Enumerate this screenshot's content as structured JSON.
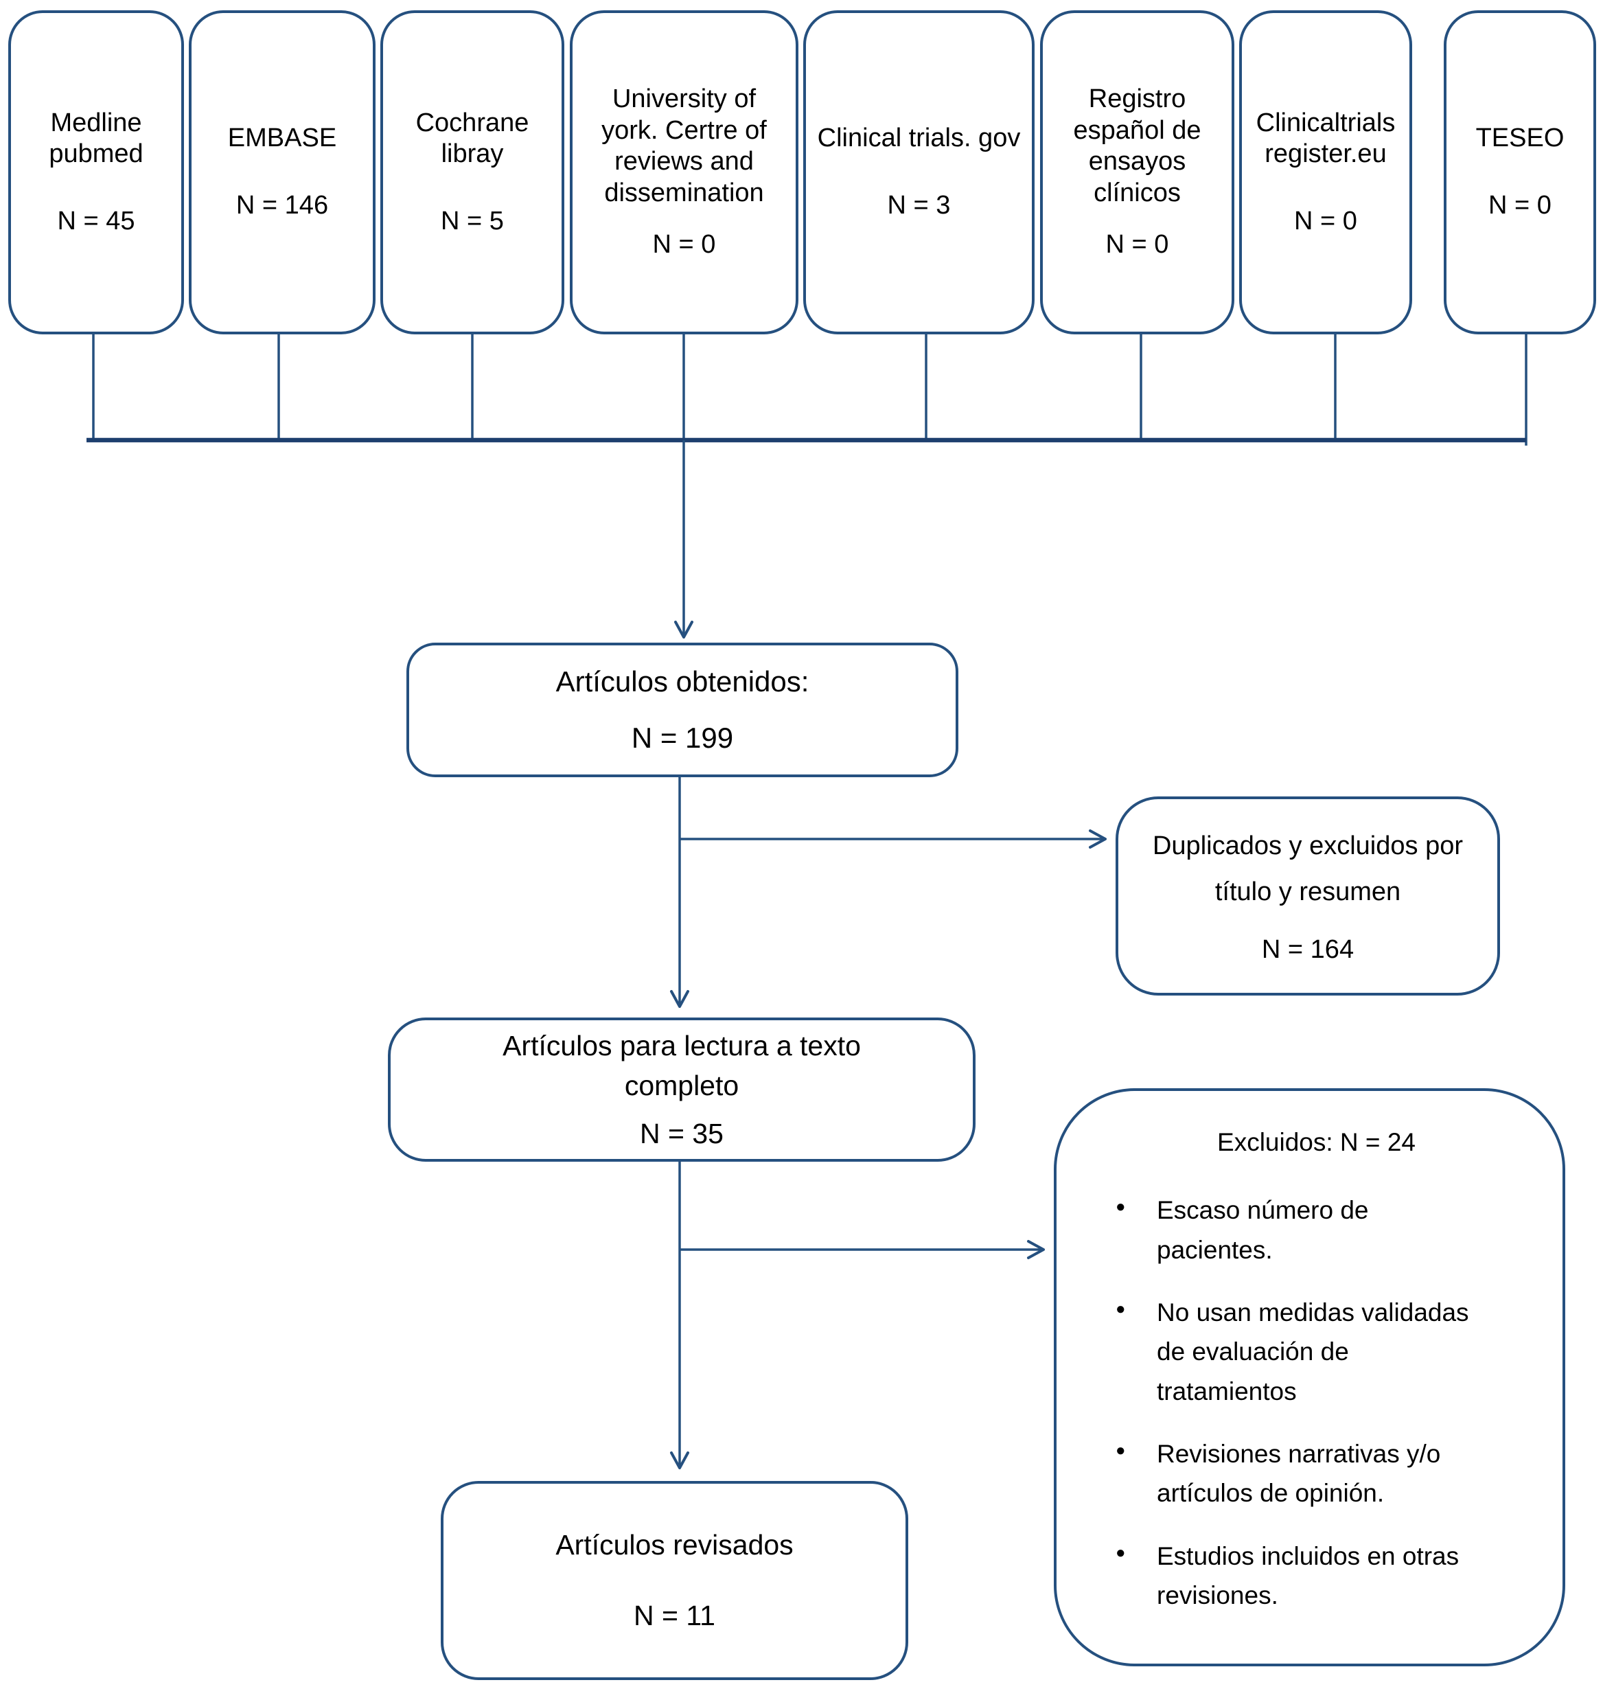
{
  "colors": {
    "accent": "#25507f",
    "accent_dark": "#1d3f6e",
    "text": "#000000",
    "background": "#ffffff"
  },
  "sources": [
    {
      "label": "Medline pubmed",
      "n": "N = 45"
    },
    {
      "label": "EMBASE",
      "n": "N = 146"
    },
    {
      "label": "Cochrane libray",
      "n": "N = 5"
    },
    {
      "label": "University of york. Certre of reviews and dissemination",
      "n": "N = 0"
    },
    {
      "label": "Clinical trials. gov",
      "n": "N = 3"
    },
    {
      "label": "Registro español de ensayos clínicos",
      "n": "N = 0"
    },
    {
      "label": "Clinicaltrials register.eu",
      "n": "N = 0"
    },
    {
      "label": "TESEO",
      "n": "N = 0"
    }
  ],
  "obtained": {
    "label": "Artículos obtenidos:",
    "n": "N = 199"
  },
  "duplicates": {
    "lines": [
      "Duplicados y excluidos por",
      "título y resumen"
    ],
    "n": "N = 164"
  },
  "fulltext": {
    "lines": [
      "Artículos para lectura a texto",
      "completo"
    ],
    "n": "N = 35"
  },
  "excluded": {
    "title": "Excluidos: N = 24",
    "bullet_glyph": "●",
    "bullets": [
      "Escaso número de pacientes.",
      "No usan medidas validadas de evaluación de tratamientos",
      "Revisiones narrativas y/o artículos de opinión.",
      "Estudios incluidos en otras revisiones."
    ]
  },
  "reviewed": {
    "label": "Artículos revisados",
    "n": "N = 11"
  }
}
